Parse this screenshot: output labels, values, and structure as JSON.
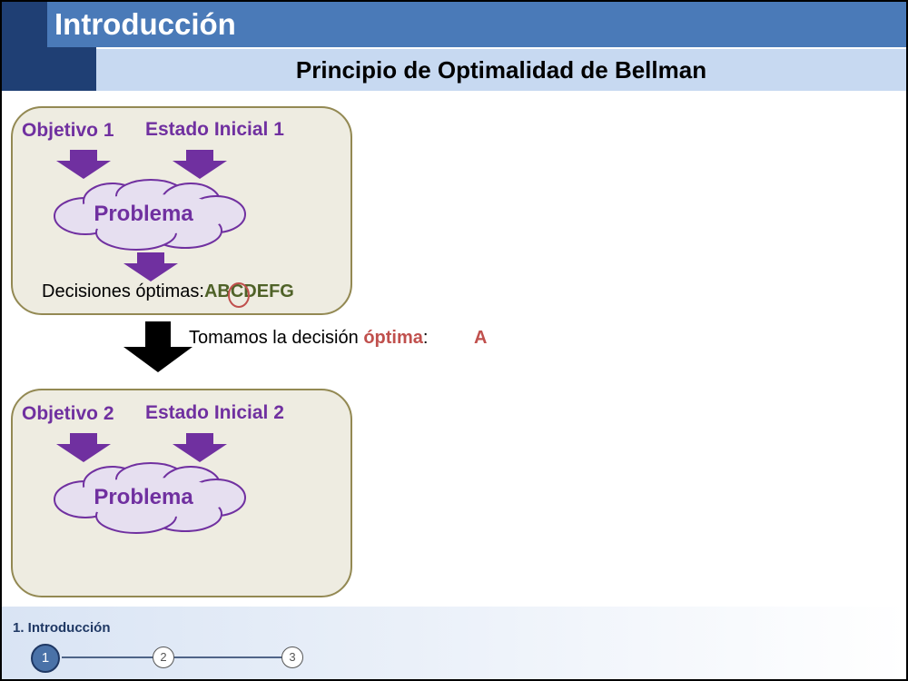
{
  "header": {
    "title": "Introducción",
    "subtitle": "Principio de Optimalidad de Bellman"
  },
  "box1": {
    "objective": "Objetivo 1",
    "initial_state": "Estado Inicial 1",
    "problem": "Problema",
    "decisions_label": "Decisiones óptimas:",
    "decisions_first": "A",
    "decisions_rest": "BCDEFG"
  },
  "transition": {
    "text": "Tomamos la decisión ",
    "highlight": "óptima",
    "colon": ":",
    "value": "A"
  },
  "box2": {
    "objective": "Objetivo 2",
    "initial_state": "Estado Inicial 2",
    "problem": "Problema"
  },
  "footer": {
    "section_label": "1. Introducción",
    "steps": [
      "1",
      "2",
      "3"
    ],
    "active_step": 1
  },
  "colors": {
    "header_band": "#4a7ab8",
    "header_dark": "#1f3f74",
    "subtitle_band": "#c7d9f1",
    "accent_purple": "#7030a0",
    "cloud_fill": "#e6dff0",
    "box_fill": "#eeece1",
    "box_border": "#938953",
    "highlight_red": "#c0504d",
    "decision_green": "#4f6228"
  }
}
